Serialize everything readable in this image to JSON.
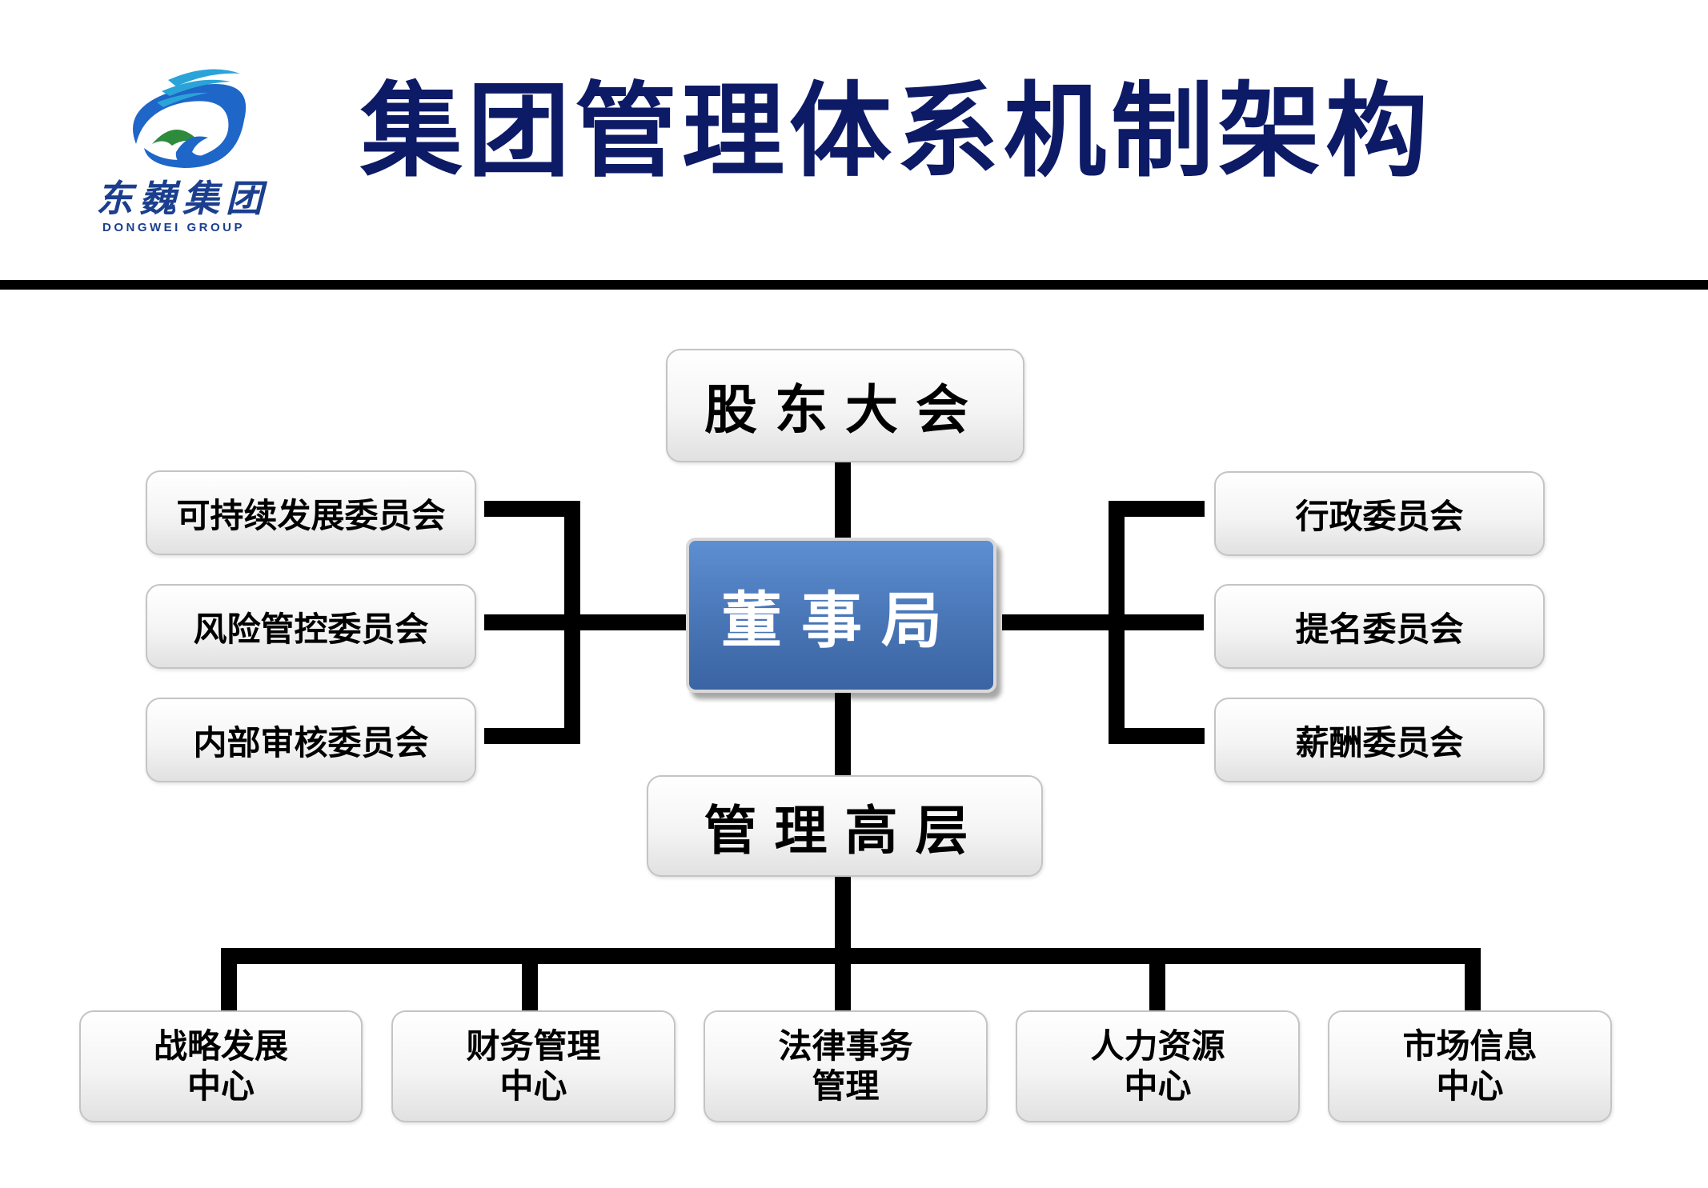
{
  "logo": {
    "name_cn": "东巍集团",
    "name_en": "DONGWEI GROUP",
    "colors": {
      "blue": "#1e66c8",
      "teal": "#2aa4d8",
      "green": "#2e8b3c"
    }
  },
  "header": {
    "title": "集团管理体系机制架构"
  },
  "org": {
    "shareholders": "股东大会",
    "board": "董事局",
    "management": "管理高层",
    "left_committees": [
      "可持续发展委员会",
      "风险管控委员会",
      "内部审核委员会"
    ],
    "right_committees": [
      "行政委员会",
      "提名委员会",
      "薪酬委员会"
    ],
    "centers": [
      [
        "战略发展",
        "中心"
      ],
      [
        "财务管理",
        "中心"
      ],
      [
        "法律事务",
        "管理"
      ],
      [
        "人力资源",
        "中心"
      ],
      [
        "市场信息",
        "中心"
      ]
    ]
  },
  "colors": {
    "title": "#0d1a66",
    "board_fill": "#4a77b8",
    "connector": "#000000"
  }
}
